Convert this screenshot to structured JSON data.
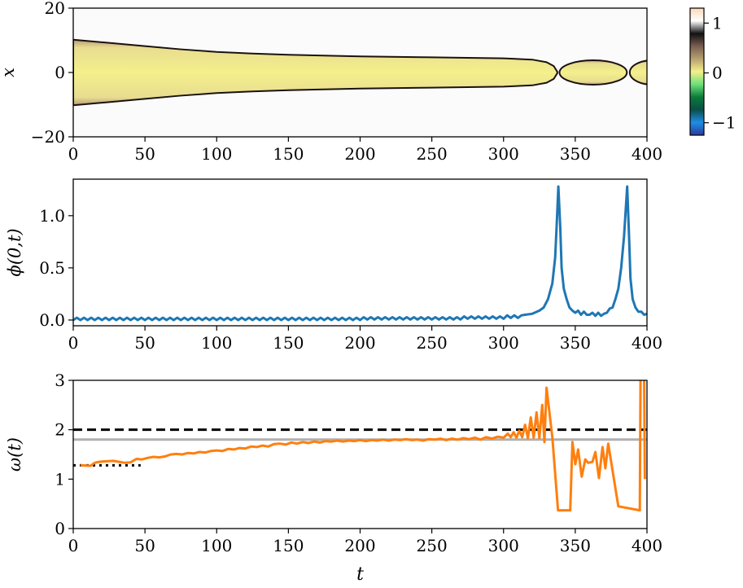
{
  "chart_data": [
    {
      "type": "heatmap",
      "ylabel": "x",
      "xlim": [
        0,
        400
      ],
      "ylim": [
        -20,
        20
      ],
      "xticks": [
        "0",
        "50",
        "100",
        "150",
        "200",
        "250",
        "300",
        "350",
        "400"
      ],
      "yticks": [
        "20",
        "0",
        "−20"
      ],
      "colorbar": {
        "ticks": [
          "1",
          "0",
          "−1"
        ],
        "range": [
          -1.25,
          1.3
        ],
        "colors": [
          "#2a3a9a",
          "#1e8de6",
          "#0a4e48",
          "#0c7a3a",
          "#6de07a",
          "#f4f08a",
          "#b8a070",
          "#7a5e52",
          "#111111",
          "#ffffff",
          "#fcd8b8"
        ]
      },
      "soliton_halfwidth": [
        [
          0,
          10.2
        ],
        [
          25,
          9.2
        ],
        [
          50,
          8.2
        ],
        [
          75,
          7.2
        ],
        [
          100,
          6.4
        ],
        [
          125,
          5.9
        ],
        [
          150,
          5.5
        ],
        [
          200,
          5.0
        ],
        [
          250,
          4.7
        ],
        [
          300,
          4.4
        ],
        [
          320,
          4.0
        ],
        [
          330,
          3.2
        ],
        [
          335,
          2.0
        ],
        [
          337.5,
          0.2
        ]
      ],
      "breather_lobes": [
        [
          339,
          386,
          3.8
        ],
        [
          388,
          420,
          3.8
        ]
      ],
      "interior_color": "#f2ee8c",
      "edge_color": "#1a1210"
    },
    {
      "type": "line",
      "ylabel": "ϕ(0,t)",
      "xlim": [
        0,
        400
      ],
      "ylim": [
        -0.055,
        1.35
      ],
      "xticks": [
        "0",
        "50",
        "100",
        "150",
        "200",
        "250",
        "300",
        "350",
        "400"
      ],
      "yticks": [
        0.0,
        0.5,
        1.0
      ],
      "ytick_labels": [
        "0.0",
        "0.5",
        "1.0"
      ],
      "color": "#1f77b4",
      "baseline_oscillation": {
        "t_start": 0,
        "t_end": 312.5,
        "step": 2.5,
        "segments": [
          [
            0,
            200,
            0.0,
            0.022
          ],
          [
            200,
            270,
            0.005,
            0.027
          ],
          [
            270,
            300,
            0.012,
            0.035
          ],
          [
            300,
            312.5,
            0.02,
            0.045
          ]
        ]
      },
      "points": [
        [
          315,
          0.05
        ],
        [
          320,
          0.06
        ],
        [
          325,
          0.09
        ],
        [
          328,
          0.12
        ],
        [
          331,
          0.2
        ],
        [
          334,
          0.35
        ],
        [
          336,
          0.6
        ],
        [
          337,
          0.9
        ],
        [
          338.2,
          1.28
        ],
        [
          339.5,
          0.9
        ],
        [
          340.5,
          0.5
        ],
        [
          342,
          0.3
        ],
        [
          344,
          0.2
        ],
        [
          346,
          0.12
        ],
        [
          348,
          0.09
        ],
        [
          350,
          0.07
        ],
        [
          352,
          0.09
        ],
        [
          354,
          0.05
        ],
        [
          356,
          0.08
        ],
        [
          358,
          0.05
        ],
        [
          360,
          0.05
        ],
        [
          362,
          0.07
        ],
        [
          364,
          0.04
        ],
        [
          366,
          0.07
        ],
        [
          368,
          0.04
        ],
        [
          370,
          0.06
        ],
        [
          372,
          0.07
        ],
        [
          374,
          0.11
        ],
        [
          376,
          0.12
        ],
        [
          378,
          0.2
        ],
        [
          380,
          0.3
        ],
        [
          382,
          0.5
        ],
        [
          384,
          0.8
        ],
        [
          386.2,
          1.28
        ],
        [
          387.5,
          0.8
        ],
        [
          388.5,
          0.4
        ],
        [
          390,
          0.2
        ],
        [
          392,
          0.12
        ],
        [
          394,
          0.08
        ],
        [
          396,
          0.08
        ],
        [
          398,
          0.05
        ],
        [
          400,
          0.06
        ]
      ]
    },
    {
      "type": "line",
      "xlabel": "t",
      "ylabel": "ω(t)",
      "xlim": [
        0,
        400
      ],
      "ylim": [
        0,
        3
      ],
      "xticks": [
        "0",
        "50",
        "100",
        "150",
        "200",
        "250",
        "300",
        "350",
        "400"
      ],
      "yticks": [
        0,
        1,
        2,
        3
      ],
      "ytick_labels": [
        "0",
        "1",
        "2",
        "3"
      ],
      "reference_lines": [
        {
          "y": 2.0,
          "style": "dashed",
          "color": "#000000",
          "x_range": [
            0,
            400
          ]
        },
        {
          "y": 1.8,
          "style": "solid",
          "color": "#b0b0b0",
          "x_range": [
            0,
            400
          ]
        },
        {
          "y": 1.28,
          "style": "dotted",
          "color": "#000000",
          "x_range": [
            0,
            47
          ]
        }
      ],
      "color": "#ff7f0e",
      "points": [
        [
          5,
          1.28
        ],
        [
          12,
          1.27
        ],
        [
          15,
          1.33
        ],
        [
          18,
          1.35
        ],
        [
          22,
          1.36
        ],
        [
          28,
          1.37
        ],
        [
          32,
          1.35
        ],
        [
          36,
          1.33
        ],
        [
          40,
          1.34
        ],
        [
          44,
          1.41
        ],
        [
          48,
          1.4
        ],
        [
          52,
          1.43
        ],
        [
          56,
          1.45
        ],
        [
          60,
          1.44
        ],
        [
          64,
          1.46
        ],
        [
          68,
          1.5
        ],
        [
          72,
          1.51
        ],
        [
          76,
          1.5
        ],
        [
          80,
          1.53
        ],
        [
          84,
          1.52
        ],
        [
          88,
          1.55
        ],
        [
          92,
          1.54
        ],
        [
          96,
          1.57
        ],
        [
          100,
          1.58
        ],
        [
          104,
          1.57
        ],
        [
          108,
          1.61
        ],
        [
          112,
          1.6
        ],
        [
          116,
          1.63
        ],
        [
          120,
          1.62
        ],
        [
          124,
          1.66
        ],
        [
          128,
          1.65
        ],
        [
          132,
          1.68
        ],
        [
          136,
          1.66
        ],
        [
          140,
          1.71
        ],
        [
          144,
          1.72
        ],
        [
          148,
          1.7
        ],
        [
          152,
          1.74
        ],
        [
          156,
          1.72
        ],
        [
          160,
          1.75
        ],
        [
          164,
          1.73
        ],
        [
          168,
          1.76
        ],
        [
          172,
          1.74
        ],
        [
          176,
          1.77
        ],
        [
          180,
          1.76
        ],
        [
          184,
          1.78
        ],
        [
          188,
          1.76
        ],
        [
          192,
          1.78
        ],
        [
          196,
          1.77
        ],
        [
          200,
          1.79
        ],
        [
          204,
          1.77
        ],
        [
          208,
          1.79
        ],
        [
          212,
          1.78
        ],
        [
          216,
          1.8
        ],
        [
          220,
          1.78
        ],
        [
          224,
          1.8
        ],
        [
          228,
          1.79
        ],
        [
          232,
          1.81
        ],
        [
          236,
          1.79
        ],
        [
          240,
          1.8
        ],
        [
          244,
          1.78
        ],
        [
          248,
          1.81
        ],
        [
          252,
          1.8
        ],
        [
          256,
          1.82
        ],
        [
          260,
          1.79
        ],
        [
          264,
          1.82
        ],
        [
          268,
          1.8
        ],
        [
          272,
          1.83
        ],
        [
          276,
          1.81
        ],
        [
          280,
          1.84
        ],
        [
          284,
          1.8
        ],
        [
          288,
          1.85
        ],
        [
          292,
          1.82
        ],
        [
          296,
          1.86
        ],
        [
          300,
          1.84
        ],
        [
          303,
          1.92
        ],
        [
          305,
          1.85
        ],
        [
          307,
          1.95
        ],
        [
          309,
          1.84
        ],
        [
          311,
          1.98
        ],
        [
          313,
          1.85
        ],
        [
          315,
          2.1
        ],
        [
          317,
          1.83
        ],
        [
          319,
          2.25
        ],
        [
          321,
          1.84
        ],
        [
          323,
          2.35
        ],
        [
          325,
          1.83
        ],
        [
          327,
          2.5
        ],
        [
          328.5,
          1.75
        ],
        [
          330,
          2.85
        ],
        [
          334,
          1.85
        ],
        [
          338,
          0.37
        ],
        [
          346.5,
          0.37
        ],
        [
          348,
          1.75
        ],
        [
          350,
          1.3
        ],
        [
          352,
          1.6
        ],
        [
          354.5,
          1.05
        ],
        [
          357,
          1.4
        ],
        [
          359,
          1.33
        ],
        [
          362,
          1.35
        ],
        [
          364,
          1.55
        ],
        [
          366.5,
          1.02
        ],
        [
          369,
          1.65
        ],
        [
          371,
          1.22
        ],
        [
          373,
          1.72
        ],
        [
          380,
          0.45
        ],
        [
          395,
          0.37
        ],
        [
          395.5,
          3.1
        ],
        [
          398,
          3.1
        ],
        [
          398.5,
          1.0
        ]
      ]
    }
  ]
}
